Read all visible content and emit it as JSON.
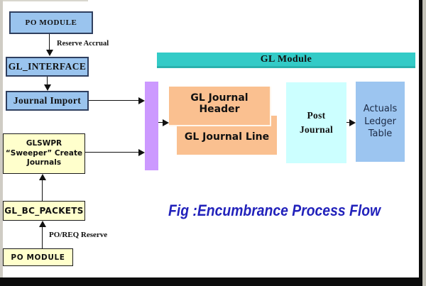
{
  "diagram": {
    "caption": "Fig :Encumbrance Process Flow",
    "po_flow": {
      "po_module_top": "PO MODULE",
      "reserve_accrual_label": "Reserve Accrual",
      "gl_interface": "GL_INTERFACE",
      "journal_import": "Journal Import",
      "glswpr_line1": "GLSWPR",
      "glswpr_line2": "“Sweeper” Create",
      "glswpr_line3": "Journals",
      "gl_bc_packets": "GL_BC_PACKETS",
      "po_req_reserve_label": "PO/REQ Reserve",
      "po_module_bottom": "PO MODULE"
    },
    "gl_module": {
      "bar_title": "GL Module",
      "journal_header_box": "GL Journal Header",
      "journal_line_box": "GL Journal Line",
      "post_journal_box": "Post Journal",
      "actuals_ledger_box": "Actuals Ledger Table"
    },
    "colors": {
      "blue_box": "#9AC4EE",
      "blue_box_border": "#2F3F5F",
      "cream_box": "#FFFFCC",
      "teal_bar": "#33CBC7",
      "purple_bar": "#CC99FF",
      "orange_box": "#FAC090",
      "cyan_box": "#CCFFFF",
      "periwinkle_box": "#9CC5F0",
      "caption_blue": "#2222BB",
      "arrow": "#111111"
    }
  }
}
